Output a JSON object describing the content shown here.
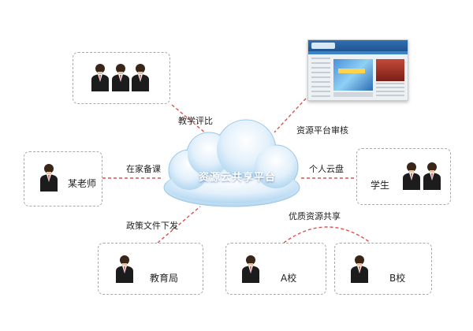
{
  "center": {
    "label": "资源云共享平台"
  },
  "nodes": {
    "evaluators": {
      "label": ""
    },
    "teacher": {
      "label": "某老师"
    },
    "student": {
      "label": "学生"
    },
    "bureau": {
      "label": "教育局"
    },
    "school_a": {
      "label": "A校"
    },
    "school_b": {
      "label": "B校"
    },
    "website": {
      "label": ""
    }
  },
  "edges": {
    "teaching_eval": "教学评比",
    "platform_review": "资源平台审核",
    "prepare_home": "在家备课",
    "personal_cloud": "个人云盘",
    "policy_docs": "政策文件下发",
    "quality_share": "优质资源共享"
  },
  "colors": {
    "dash": "#d9534f",
    "box_border": "#a9a9a9",
    "cloud_fill": "#cfe6f7",
    "cloud_edge": "#a8d0ee",
    "suit": "#1c1c1c"
  }
}
